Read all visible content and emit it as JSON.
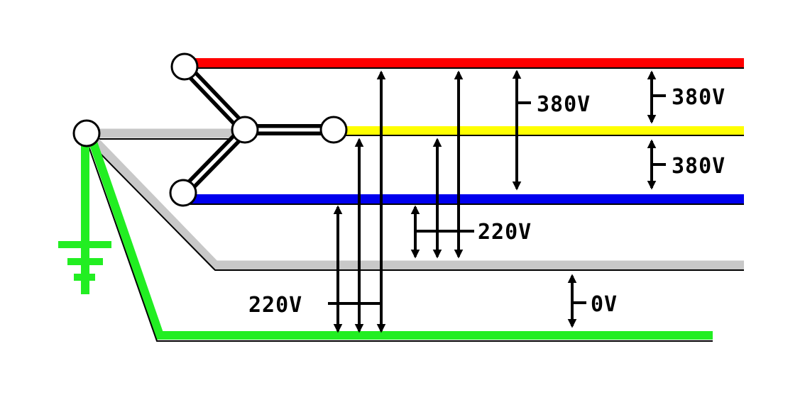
{
  "colors": {
    "phase_l1": "#ff0000",
    "phase_l2": "#ffff00",
    "phase_l3": "#0000ee",
    "neutral": "#c8c8c8",
    "earth": "#22ee22",
    "outline": "#000000",
    "node_fill": "#ffffff"
  },
  "labels": {
    "line_to_line_right_top": "380V",
    "line_to_line_right_bottom": "380V",
    "line_to_line_center": "380V",
    "phase_to_neutral": "220V",
    "phase_to_earth": "220V",
    "neutral_to_earth": "0V"
  }
}
